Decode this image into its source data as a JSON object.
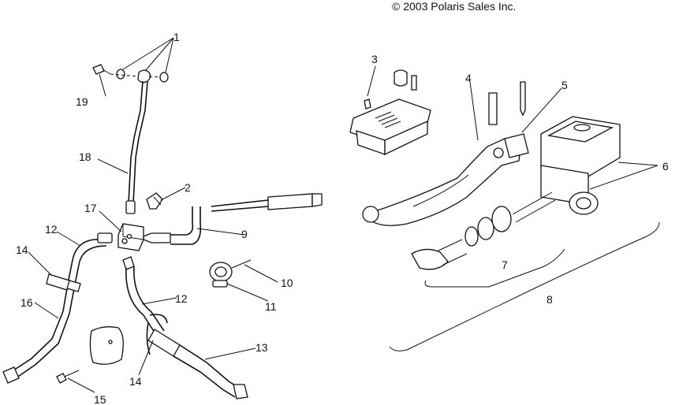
{
  "copyright": "© 2003 Polaris Sales Inc.",
  "callouts": {
    "c1": "1",
    "c2": "2",
    "c3": "3",
    "c4": "4",
    "c5": "5",
    "c6": "6",
    "c7": "7",
    "c8": "8",
    "c9": "9",
    "c10": "10",
    "c11": "11",
    "c12a": "12",
    "c12b": "12",
    "c13": "13",
    "c14a": "14",
    "c14b": "14",
    "c15": "15",
    "c16": "16",
    "c17": "17",
    "c18": "18",
    "c19": "19"
  }
}
